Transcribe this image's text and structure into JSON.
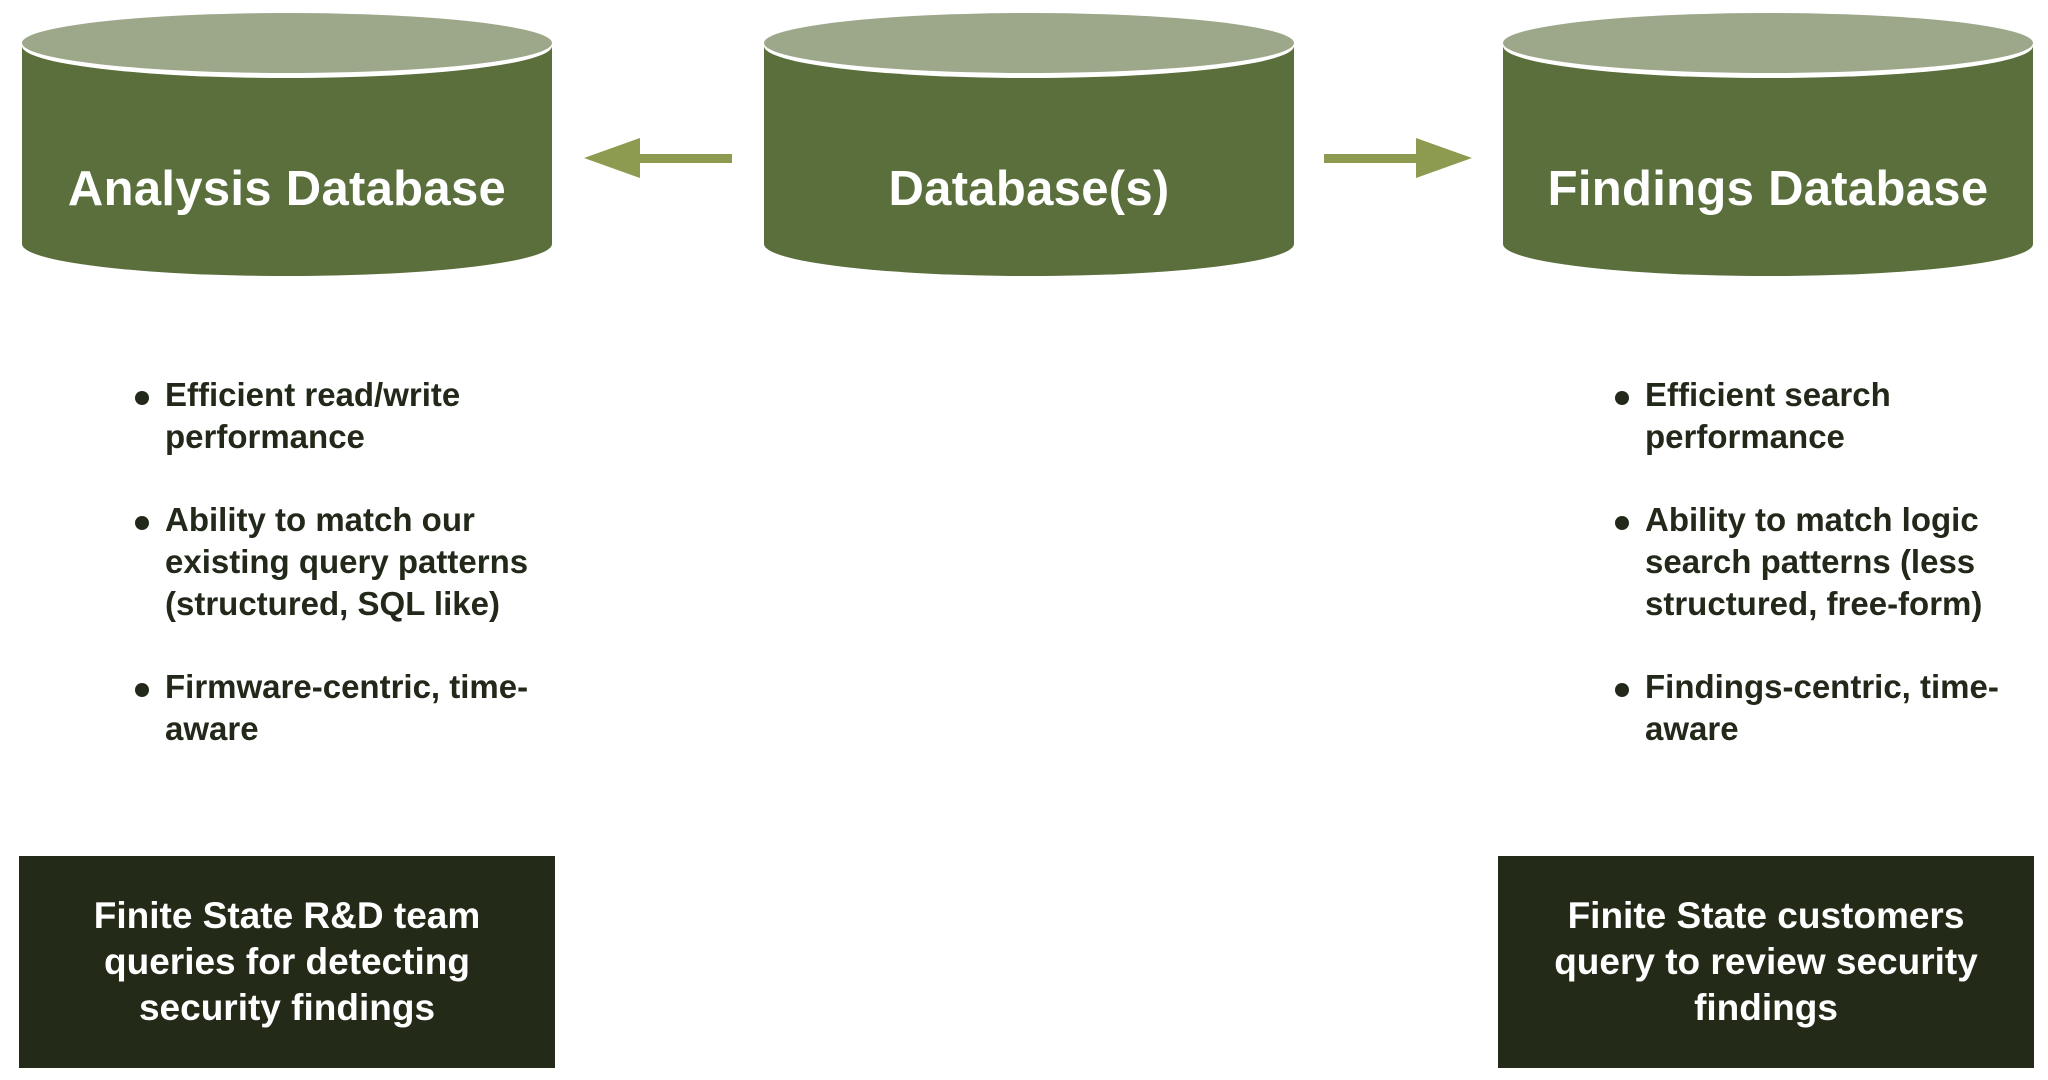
{
  "colors": {
    "cylinder_body": "#5b6f3c",
    "cylinder_top": "#9da88b",
    "arrow": "#8c9b4f",
    "text_dark": "#22291a",
    "box_bg": "#232a17"
  },
  "diagram": {
    "center_db": {
      "label": "Database(s)"
    },
    "analysis": {
      "label": "Analysis Database",
      "bullets": [
        "Efficient read/write performance",
        "Ability to match our existing query patterns (structured, SQL like)",
        "Firmware-centric, time-aware"
      ],
      "box_text": "Finite State R&D team queries for detecting security findings"
    },
    "findings": {
      "label": "Findings Database",
      "bullets": [
        "Efficient search performance",
        "Ability to match logic search patterns (less structured, free-form)",
        "Findings-centric, time-aware"
      ],
      "box_text": "Finite State customers query to review security findings"
    },
    "arrows": [
      {
        "from": "Database(s)",
        "to": "Analysis Database",
        "icon": "arrow-left-icon"
      },
      {
        "from": "Database(s)",
        "to": "Findings Database",
        "icon": "arrow-right-icon"
      }
    ]
  }
}
